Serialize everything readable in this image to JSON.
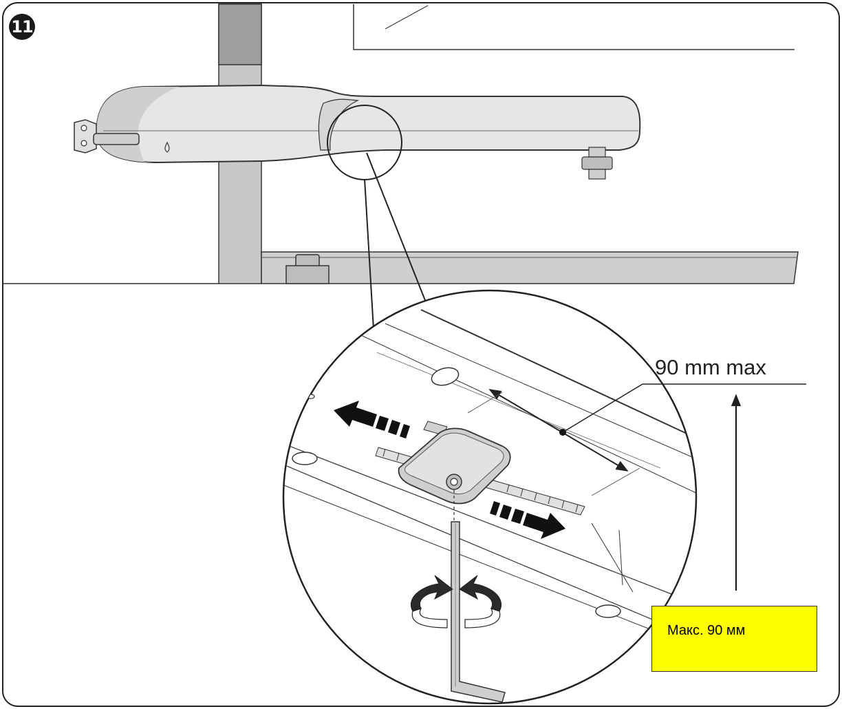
{
  "figure": {
    "step_number": "11",
    "dimension_label": "90 mm max",
    "note": {
      "text": "Макс. 90 мм",
      "background_color": "#ffff00"
    }
  }
}
